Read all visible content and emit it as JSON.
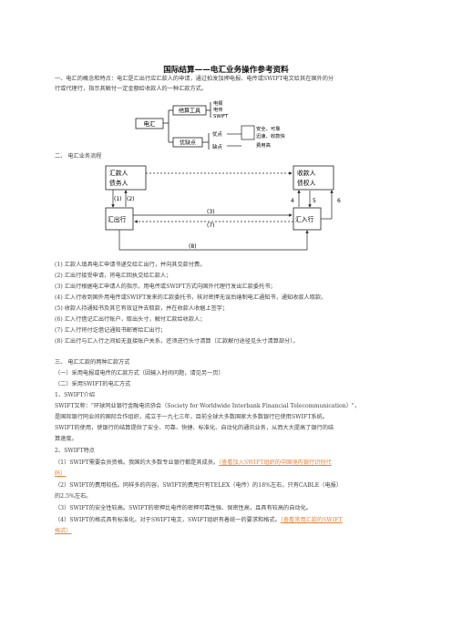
{
  "doc": {
    "title": "国际结算——电汇业务操作参考资料",
    "intro_line1": "一、电汇的概念和特点：电汇是汇出行应汇款人的申请，通过拍发加押电报、电传或SWIFT电文给其在国外的分",
    "intro_line2": "行或代理行，指示其解付一定金额给收款人的一种汇款方式。",
    "diagram1": {
      "root": "电汇",
      "group1": "结算工具",
      "group1_items": [
        "电报",
        "电传",
        "SWIFT"
      ],
      "group2": "优缺点",
      "group2_pros": "优点",
      "group2_cons": "缺点",
      "pros_items": [
        "安全、可靠",
        "迅速、收款快"
      ],
      "cons_items": [
        "费用高"
      ]
    },
    "section2_title": "二、 电汇业务流程",
    "flow": {
      "remitter": "汇款人",
      "debtor": "债务人",
      "payee": "收款人",
      "creditor": "债权人",
      "remit_bank": "汇出行",
      "pay_bank": "汇入行",
      "n1": "(1)",
      "n2": "(2)",
      "n3": "(3)",
      "n4": "4",
      "n5": "5",
      "n6": "6",
      "n7": "(7)",
      "n8": "(8)"
    },
    "steps": [
      "(1) 汇款人填具电汇申请书递交给汇出行，并向其交款付费。",
      "(2) 汇出行接受申请，将电汇回执交给汇款人；",
      "(3) 汇出行根据电汇申请人的指示，用电传或SWIFT方式向国外代理行发出汇款委托书；",
      "(4) 汇入行收到国外用电传或SWIFT发来的汇款委托书，核对密押无误后缮制电汇通知书，通知收款人取款。",
      "(5) 收款人持通知书及其它有效证件去取款，并在收款人收据上签字；",
      "(6) 汇入行借记汇出行账户，取出头寸，解付汇款给收款人；",
      "(7) 汇入行将付讫借记通知书邮寄给汇出行；",
      "(8) 汇出行与汇入行之间如无直接账户关系，还须进行头寸清算（汇款解付途径见头寸清算部分）。"
    ],
    "section3_title": "三、 电汇汇款的两种汇款方式",
    "s3_a": "（一）采用电报或电传的汇款方式（因输入时间问题，请见另一页）",
    "s3_b": "（二）采用SWIFT的电汇方式",
    "s3_1": "1、SWIFT介绍",
    "swift_p1": "SWIFT又称：\"环球同业银行金融电讯协会（Society for Worldwide Interbank Financial Telecommunication）\"，",
    "swift_p2": "是国际银行同业间的国际合作组织，成立于一九七三年，目前全球大多数国家大多数银行已使用SWIFT系统。",
    "swift_p3": "SWIFT的使用，使银行的结算提供了安全、可靠、快捷、标准化、自动化的通讯业务，从而大大提高了银行的结",
    "swift_p4": "算速度。",
    "s3_2": "2、SWIFT特点",
    "f1_text": "（1）SWIFT需要会员资格。我国的大多数专业银行都是其成员。",
    "f1_link_a": "（查看加入SWIFT组织的中国境内银行识别代",
    "f1_link_b": "码）",
    "f2_a": "（2）SWIFT的费用较低。同样多的内容，SWIFT的费用只有TELEX（电传）的18%左右，只有CABLE（电报）",
    "f2_b": "的2.5%左右。",
    "f3": "（3）SWIFT的安全性较高。SWIFT的密押比电传的密押可靠性强、保密性高，且具有较高的自动化。",
    "f4_text": "（4）SWIFT的格式具有标准化。对于SWIFT电文，SWIFT组织有着统一的要求和格式。",
    "f4_link_a": "（查看常用汇款的SWIFT",
    "f4_link_b": "格式）"
  },
  "colors": {
    "link": "#e8843a",
    "text": "#444444",
    "title": "#111111"
  }
}
